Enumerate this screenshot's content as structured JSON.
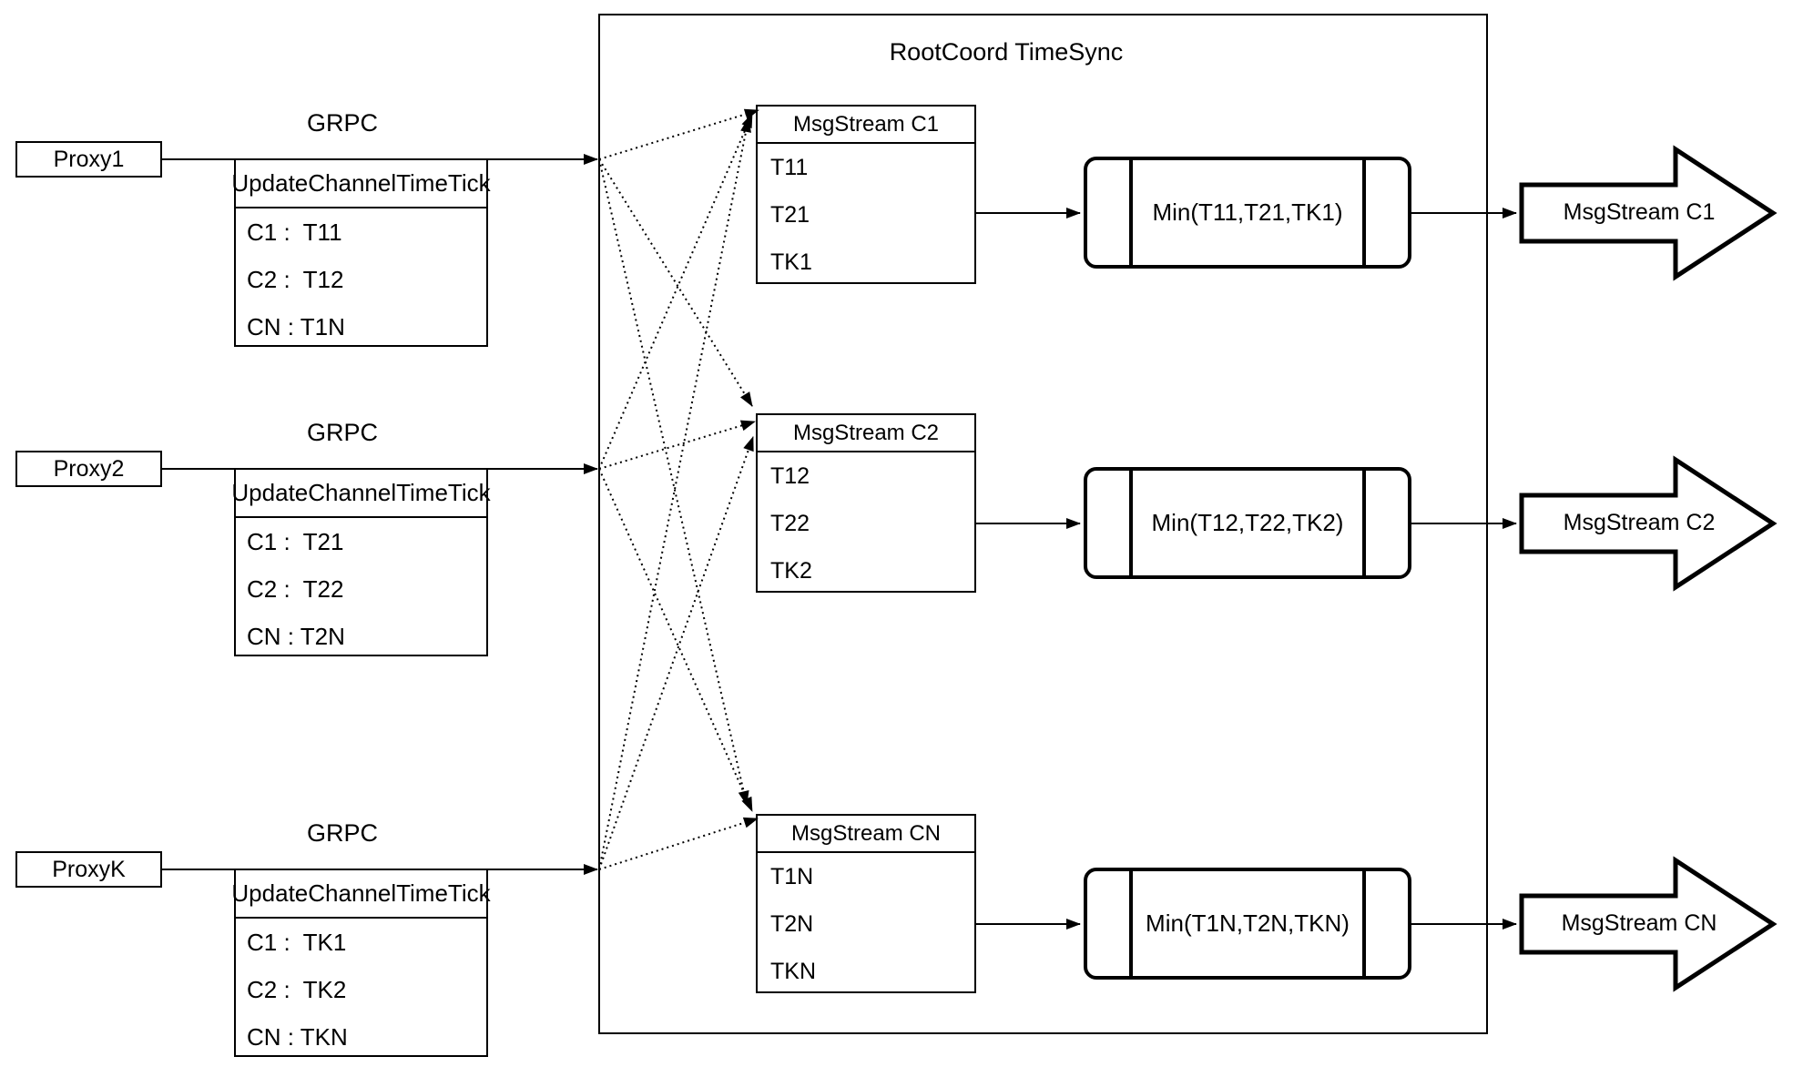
{
  "title": "RootCoord TimeSync",
  "rows": [
    {
      "proxy": "Proxy1",
      "grpc": "GRPC",
      "update_table": {
        "header": "UpdateChannelTimeTick",
        "rows": [
          "C1 :  T11",
          "C2 :  T12",
          "CN : T1N"
        ]
      },
      "msgstream_table": {
        "header": "MsgStream C1",
        "rows": [
          "T11",
          "T21",
          "TK1"
        ]
      },
      "min": "Min(T11,T21,TK1)",
      "output": "MsgStream C1"
    },
    {
      "proxy": "Proxy2",
      "grpc": "GRPC",
      "update_table": {
        "header": "UpdateChannelTimeTick",
        "rows": [
          "C1 :  T21",
          "C2 :  T22",
          "CN : T2N"
        ]
      },
      "msgstream_table": {
        "header": "MsgStream C2",
        "rows": [
          "T12",
          "T22",
          "TK2"
        ]
      },
      "min": "Min(T12,T22,TK2)",
      "output": "MsgStream C2"
    },
    {
      "proxy": "ProxyK",
      "grpc": "GRPC",
      "update_table": {
        "header": "UpdateChannelTimeTick",
        "rows": [
          "C1 :  TK1",
          "C2 :  TK2",
          "CN : TKN"
        ]
      },
      "msgstream_table": {
        "header": "MsgStream CN",
        "rows": [
          "T1N",
          "T2N",
          "TKN"
        ]
      },
      "min": "Min(T1N,T2N,TKN)",
      "output": "MsgStream CN"
    }
  ]
}
